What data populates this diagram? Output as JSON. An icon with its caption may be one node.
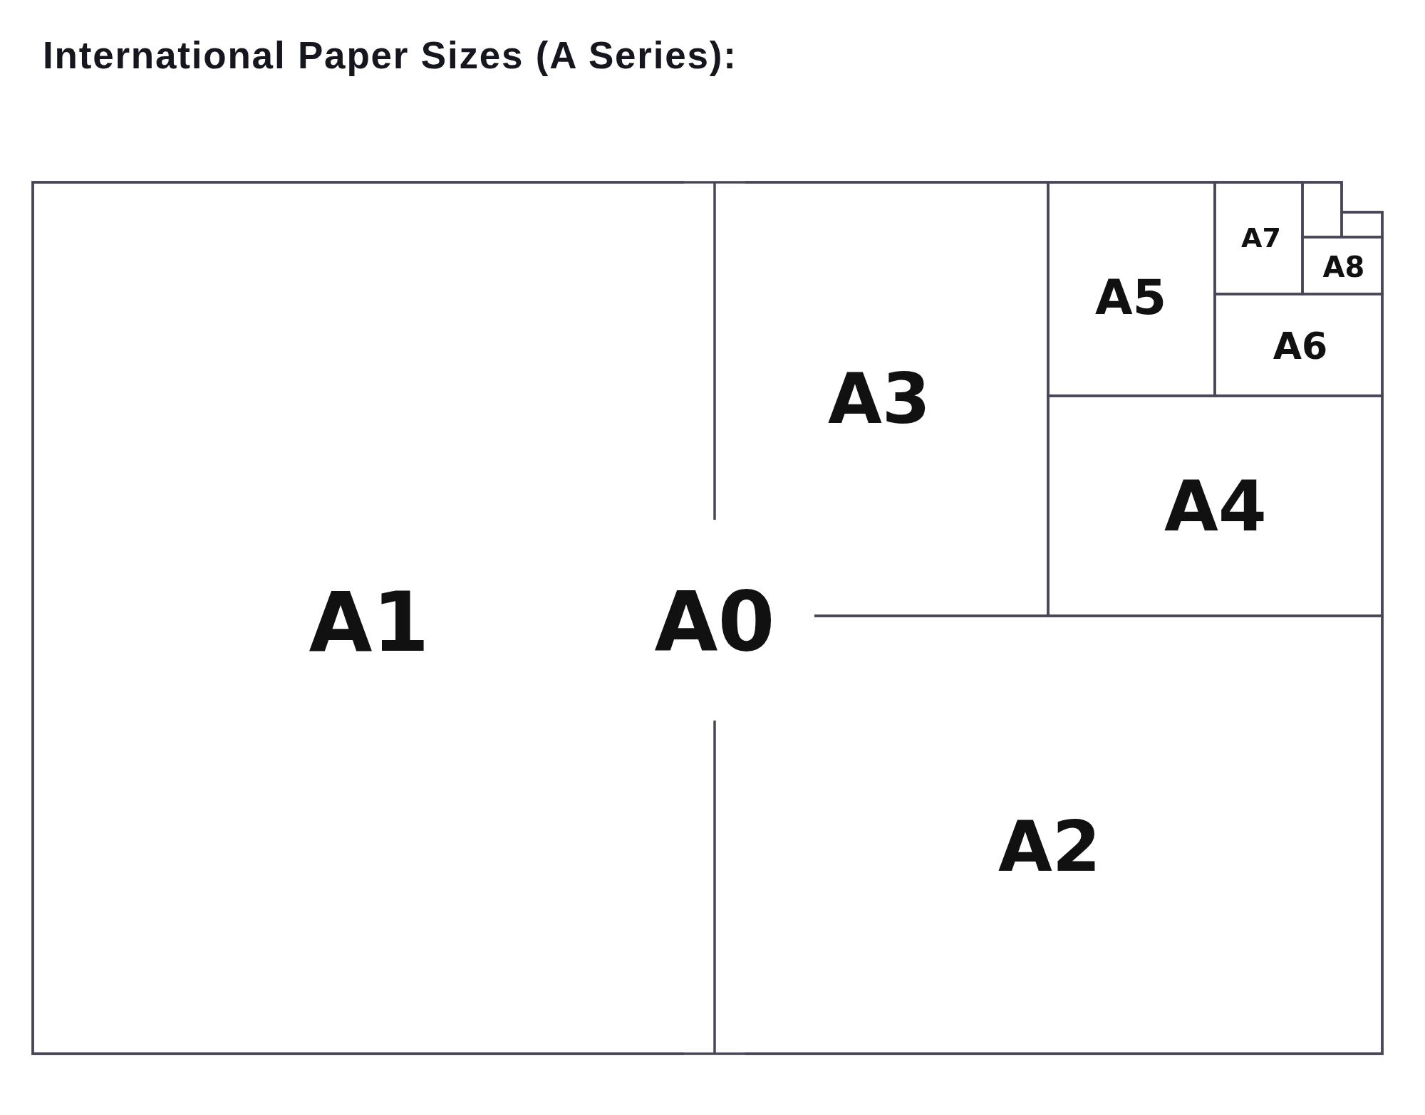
{
  "diagram": {
    "title": "International Paper Sizes (A Series):",
    "nodes": [
      {
        "text": [
          "A0"
        ]
      },
      {
        "text": [
          "A1"
        ],
        "in": 0
      },
      {
        "text": [
          "A2"
        ],
        "in": 0
      },
      {
        "text": [
          "A3"
        ],
        "in": 0
      },
      {
        "text": [
          "A4"
        ],
        "in": 0
      },
      {
        "text": [
          "A5"
        ],
        "in": 0
      },
      {
        "text": [
          "A6"
        ],
        "in": 0
      },
      {
        "text": [
          "A7"
        ],
        "in": 0
      },
      {
        "text": [
          "A8"
        ],
        "in": 0
      },
      {
        "text": [],
        "shape": "box",
        "in": 0
      },
      {
        "text": [],
        "shape": "box",
        "in": 0
      }
    ]
  }
}
